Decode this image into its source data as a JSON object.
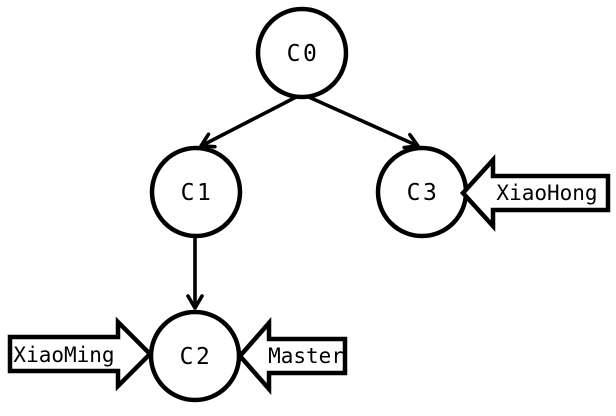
{
  "diagram": {
    "type": "tree",
    "background_color": "#ffffff",
    "line_color": "#000000",
    "node_fill_color": "#ffffff",
    "nodes": [
      {
        "id": "c0",
        "label": "C0"
      },
      {
        "id": "c1",
        "label": "C1"
      },
      {
        "id": "c3",
        "label": "C3"
      },
      {
        "id": "c2",
        "label": "C2"
      }
    ],
    "edges": [
      {
        "from": "C0",
        "to": "C1"
      },
      {
        "from": "C0",
        "to": "C3"
      },
      {
        "from": "C1",
        "to": "C2"
      }
    ],
    "pointers": [
      {
        "label": "XiaoHong",
        "target": "C3",
        "direction": "left"
      },
      {
        "label": "XiaoMing",
        "target": "C2",
        "direction": "right"
      },
      {
        "label": "Master",
        "target": "C2",
        "direction": "left"
      }
    ]
  }
}
